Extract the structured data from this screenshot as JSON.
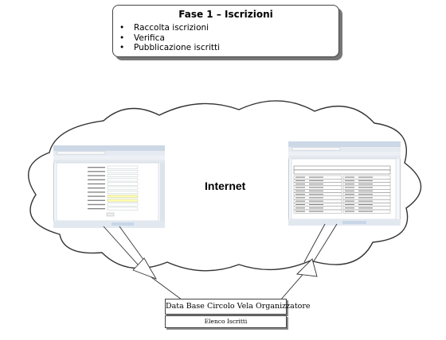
{
  "phase": {
    "title": "Fase 1 – Iscrizioni",
    "bullet": "•",
    "items": [
      "Raccolta iscrizioni",
      "Verifica",
      "Pubblicazione iscritti"
    ]
  },
  "internet_label": "Internet",
  "database": {
    "label": "Data Base Circolo Vela Organizzatore",
    "sublabel": "Elenco Iscritti"
  },
  "colors": {
    "outline": "#333333",
    "window_chrome": "#dfe6f0",
    "highlight_field": "#fffcb0"
  },
  "icons": {
    "left_window": "browser-form-screenshot",
    "right_window": "browser-table-screenshot",
    "cloud": "cloud-shape"
  }
}
